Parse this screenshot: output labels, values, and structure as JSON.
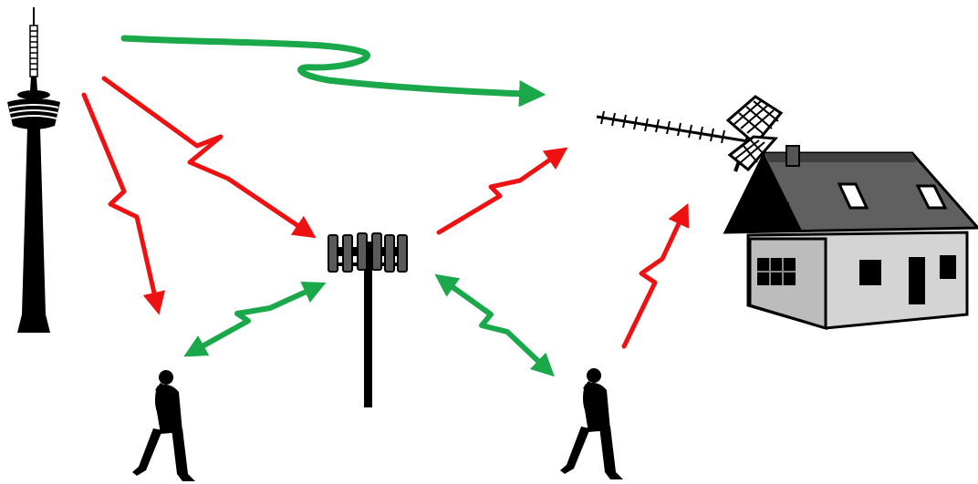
{
  "colors": {
    "background": "#ffffff",
    "interference_arrow": "#ee1111",
    "communication_arrow": "#1aa84a",
    "silhouette": "#000000",
    "roof": "#606060",
    "wall": "#d4d4d4",
    "cell_panel": "#5a5a5a"
  },
  "icons": {
    "broadcast_tower": "tv-tower-icon",
    "cell_tower": "cell-tower-icon",
    "house": "house-icon",
    "tv_antenna": "yagi-antenna-icon",
    "person": "walking-person-phone-icon"
  },
  "arrows": [
    {
      "kind": "communication",
      "from": "tv-tower",
      "to": "house-antenna",
      "direction": "one-way"
    },
    {
      "kind": "interference",
      "from": "tv-tower",
      "to": "cell-tower",
      "direction": "one-way"
    },
    {
      "kind": "interference",
      "from": "tv-tower",
      "to": "person-left",
      "direction": "one-way"
    },
    {
      "kind": "interference",
      "from": "cell-tower",
      "to": "house-antenna",
      "direction": "one-way"
    },
    {
      "kind": "interference",
      "from": "person-right",
      "to": "house",
      "direction": "one-way"
    },
    {
      "kind": "communication",
      "from": "person-left",
      "to": "cell-tower",
      "direction": "two-way"
    },
    {
      "kind": "communication",
      "from": "cell-tower",
      "to": "person-right",
      "direction": "two-way"
    }
  ]
}
